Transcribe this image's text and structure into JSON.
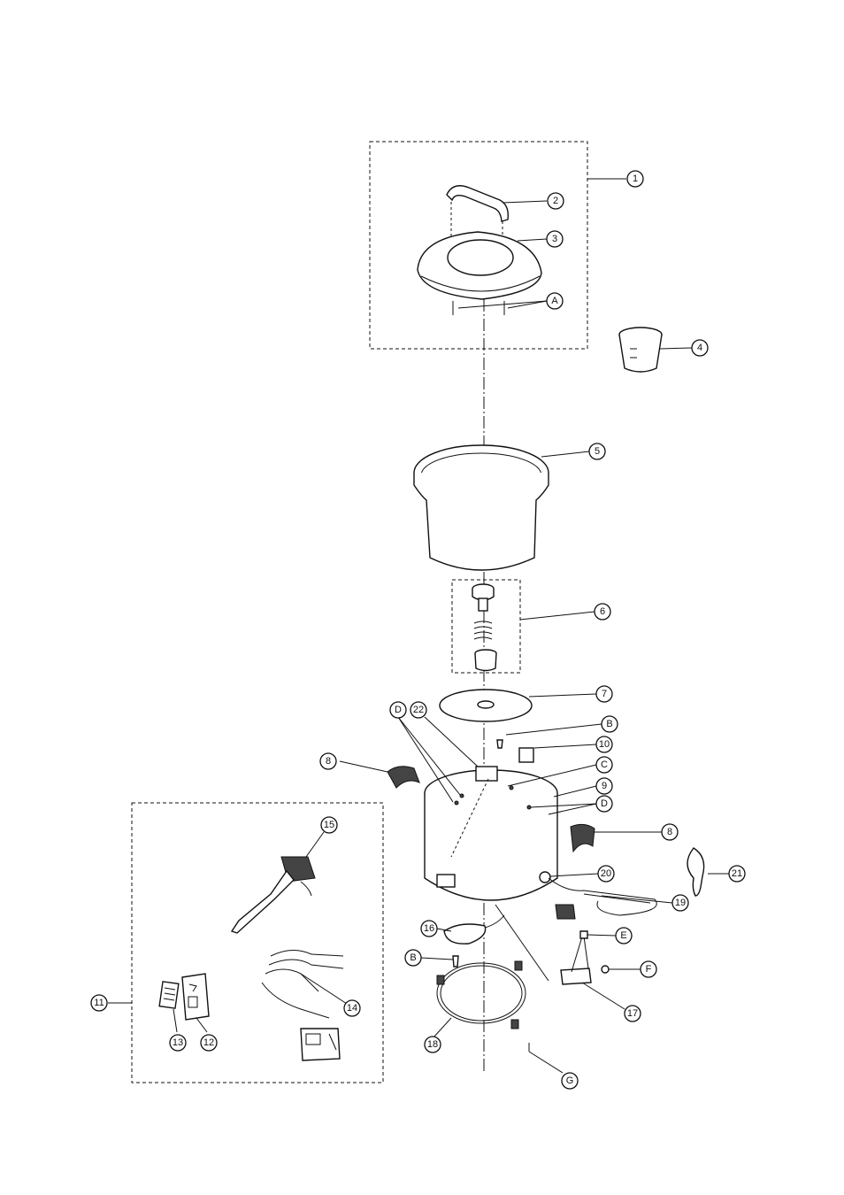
{
  "callouts": [
    {
      "id": "c1",
      "label": "1"
    },
    {
      "id": "c2",
      "label": "2"
    },
    {
      "id": "c3",
      "label": "3"
    },
    {
      "id": "cA",
      "label": "A"
    },
    {
      "id": "c4",
      "label": "4"
    },
    {
      "id": "c5",
      "label": "5"
    },
    {
      "id": "c6",
      "label": "6"
    },
    {
      "id": "c7",
      "label": "7"
    },
    {
      "id": "cB1",
      "label": "B"
    },
    {
      "id": "c10",
      "label": "10"
    },
    {
      "id": "cD1",
      "label": "D"
    },
    {
      "id": "c22",
      "label": "22"
    },
    {
      "id": "cC",
      "label": "C"
    },
    {
      "id": "c8a",
      "label": "8"
    },
    {
      "id": "c9",
      "label": "9"
    },
    {
      "id": "cD2",
      "label": "D"
    },
    {
      "id": "c8b",
      "label": "8"
    },
    {
      "id": "c15",
      "label": "15"
    },
    {
      "id": "c20",
      "label": "20"
    },
    {
      "id": "c19",
      "label": "19"
    },
    {
      "id": "c21",
      "label": "21"
    },
    {
      "id": "c16",
      "label": "16"
    },
    {
      "id": "cE",
      "label": "E"
    },
    {
      "id": "cB2",
      "label": "B"
    },
    {
      "id": "cF",
      "label": "F"
    },
    {
      "id": "c14",
      "label": "14"
    },
    {
      "id": "c11",
      "label": "11"
    },
    {
      "id": "c17",
      "label": "17"
    },
    {
      "id": "c13",
      "label": "13"
    },
    {
      "id": "c12",
      "label": "12"
    },
    {
      "id": "c18",
      "label": "18"
    },
    {
      "id": "cG",
      "label": "G"
    }
  ]
}
